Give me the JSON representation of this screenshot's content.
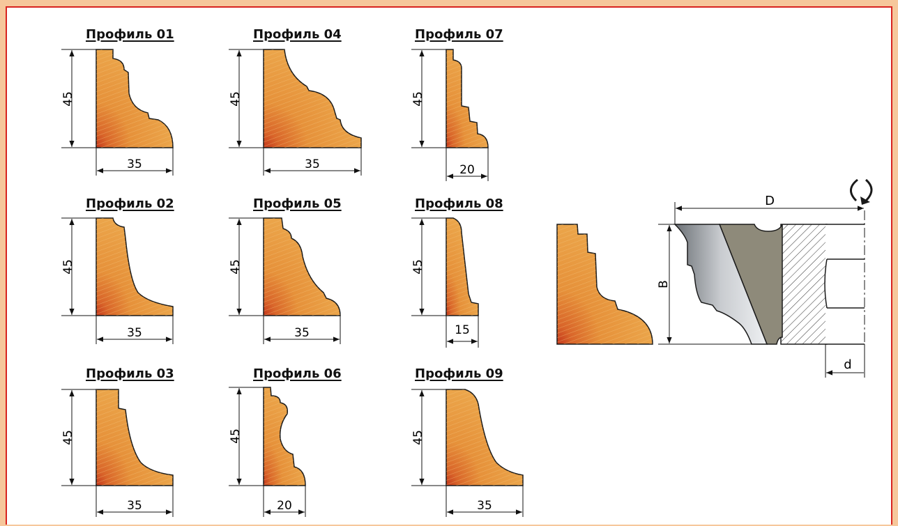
{
  "profiles": [
    {
      "title": "Профиль 01",
      "height": "45",
      "width": "35"
    },
    {
      "title": "Профиль 02",
      "height": "45",
      "width": "35"
    },
    {
      "title": "Профиль 03",
      "height": "45",
      "width": "35"
    },
    {
      "title": "Профиль 04",
      "height": "45",
      "width": "35"
    },
    {
      "title": "Профиль 05",
      "height": "45",
      "width": "35"
    },
    {
      "title": "Профиль 06",
      "height": "45",
      "width": "20"
    },
    {
      "title": "Профиль 07",
      "height": "45",
      "width": "20"
    },
    {
      "title": "Профиль 08",
      "height": "45",
      "width": "15"
    },
    {
      "title": "Профиль 09",
      "height": "45",
      "width": "35"
    }
  ],
  "cutter": {
    "dim_D": "D",
    "dim_B": "B",
    "dim_d": "d"
  },
  "colors": {
    "frame": "#d8231f",
    "outer": "#f6c79b",
    "wood": "#e79a3c",
    "steel": "#8e9296",
    "body": "#8e8a7a"
  }
}
